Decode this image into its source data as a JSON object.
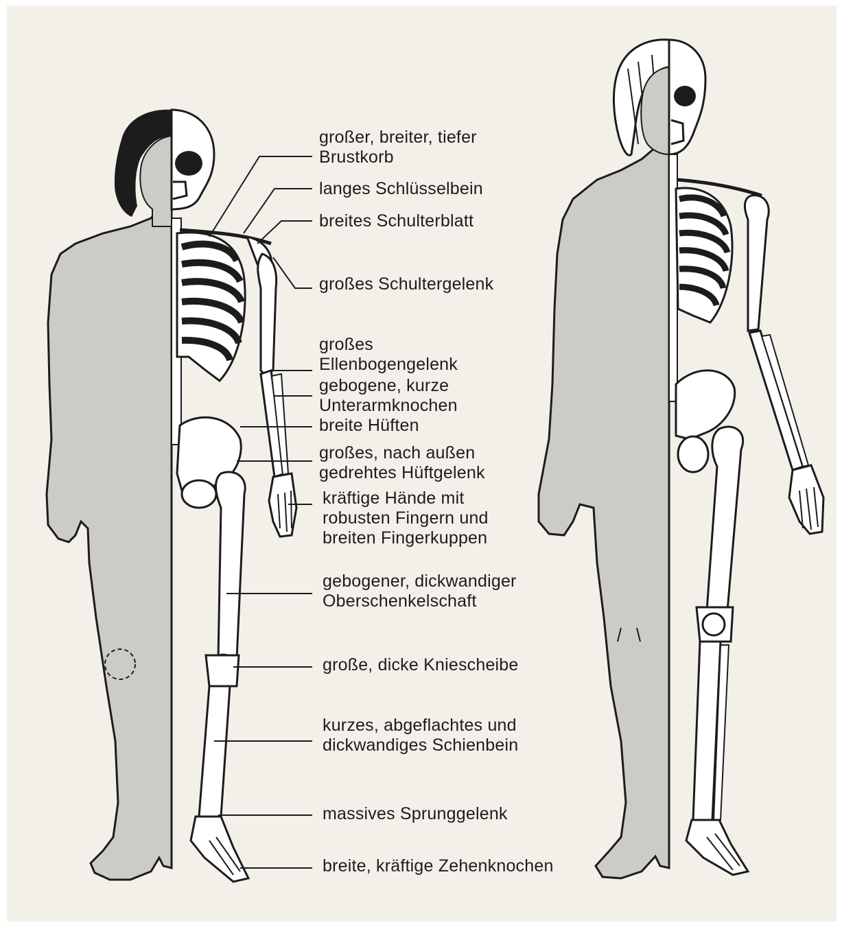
{
  "colors": {
    "paper": "#f3f0ea",
    "skin": "#cdcbc6",
    "ink": "#1c1c1c",
    "bone": "#ffffff"
  },
  "labels": [
    {
      "id": "brustkorb",
      "lines": [
        "großer, breiter, tiefer",
        "Brustkorb"
      ]
    },
    {
      "id": "schluesselbein",
      "lines": [
        "langes Schlüsselbein"
      ]
    },
    {
      "id": "schulterblatt",
      "lines": [
        "breites Schulterblatt"
      ]
    },
    {
      "id": "schultergelenk",
      "lines": [
        "großes Schultergelenk"
      ]
    },
    {
      "id": "ellenbogengelenk",
      "lines": [
        "großes",
        "Ellenbogengelenk"
      ]
    },
    {
      "id": "unterarmknochen",
      "lines": [
        "gebogene, kurze",
        "Unterarmknochen"
      ]
    },
    {
      "id": "hueften",
      "lines": [
        "breite Hüften"
      ]
    },
    {
      "id": "hueftgelenk",
      "lines": [
        "großes, nach außen",
        "gedrehtes Hüftgelenk"
      ]
    },
    {
      "id": "haende",
      "lines": [
        "kräftige Hände mit",
        "robusten Fingern und",
        "breiten Fingerkuppen"
      ]
    },
    {
      "id": "oberschenkelschaft",
      "lines": [
        "gebogener, dickwandiger",
        "Oberschenkelschaft"
      ]
    },
    {
      "id": "kniescheibe",
      "lines": [
        "große, dicke Kniescheibe"
      ]
    },
    {
      "id": "schienbein",
      "lines": [
        "kurzes, abgeflachtes und",
        "dickwandiges Schienbein"
      ]
    },
    {
      "id": "sprunggelenk",
      "lines": [
        "massives Sprunggelenk"
      ]
    },
    {
      "id": "zehenknochen",
      "lines": [
        "breite, kräftige Zehenknochen"
      ]
    }
  ]
}
